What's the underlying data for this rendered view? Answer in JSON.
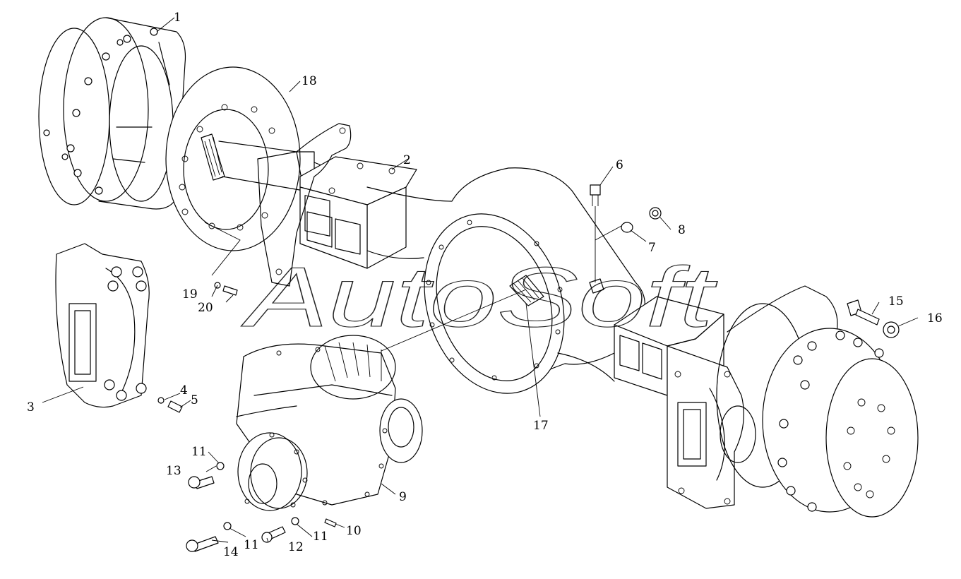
{
  "watermark": "AutoSoft",
  "callouts": [
    "1",
    "2",
    "3",
    "4",
    "5",
    "6",
    "7",
    "8",
    "9",
    "10",
    "11",
    "11",
    "11",
    "12",
    "13",
    "14",
    "15",
    "16",
    "17",
    "18",
    "19",
    "20"
  ],
  "line_color": "#000000",
  "background": "#ffffff"
}
